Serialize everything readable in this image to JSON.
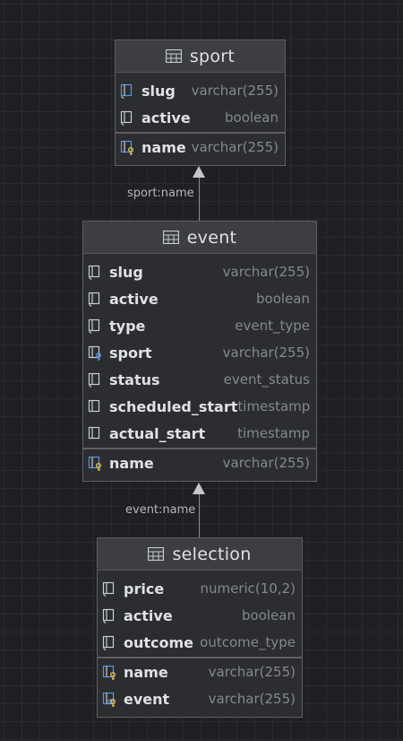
{
  "tables": [
    {
      "name": "sport",
      "columns": [
        {
          "name": "slug",
          "type": "varchar(255)",
          "icon": "column-index-icon"
        },
        {
          "name": "active",
          "type": "boolean",
          "icon": "column-notnull-icon"
        }
      ],
      "keys": [
        {
          "name": "name",
          "type": "varchar(255)",
          "icon": "primary-key-icon"
        }
      ]
    },
    {
      "name": "event",
      "columns": [
        {
          "name": "slug",
          "type": "varchar(255)",
          "icon": "column-notnull-icon"
        },
        {
          "name": "active",
          "type": "boolean",
          "icon": "column-notnull-icon"
        },
        {
          "name": "type",
          "type": "event_type",
          "icon": "column-notnull-icon"
        },
        {
          "name": "sport",
          "type": "varchar(255)",
          "icon": "foreign-key-icon"
        },
        {
          "name": "status",
          "type": "event_status",
          "icon": "column-notnull-icon"
        },
        {
          "name": "scheduled_start",
          "type": "timestamp",
          "icon": "column-icon"
        },
        {
          "name": "actual_start",
          "type": "timestamp",
          "icon": "column-icon"
        }
      ],
      "keys": [
        {
          "name": "name",
          "type": "varchar(255)",
          "icon": "primary-key-icon"
        }
      ]
    },
    {
      "name": "selection",
      "columns": [
        {
          "name": "price",
          "type": "numeric(10,2)",
          "icon": "column-notnull-icon"
        },
        {
          "name": "active",
          "type": "boolean",
          "icon": "column-notnull-icon"
        },
        {
          "name": "outcome",
          "type": "outcome_type",
          "icon": "column-notnull-icon"
        }
      ],
      "keys": [
        {
          "name": "name",
          "type": "varchar(255)",
          "icon": "primary-key-icon"
        },
        {
          "name": "event",
          "type": "varchar(255)",
          "icon": "primary-foreign-key-icon"
        }
      ]
    }
  ],
  "relations": [
    {
      "label": "sport:name",
      "from": "event",
      "to": "sport"
    },
    {
      "label": "event:name",
      "from": "selection",
      "to": "event"
    }
  ]
}
